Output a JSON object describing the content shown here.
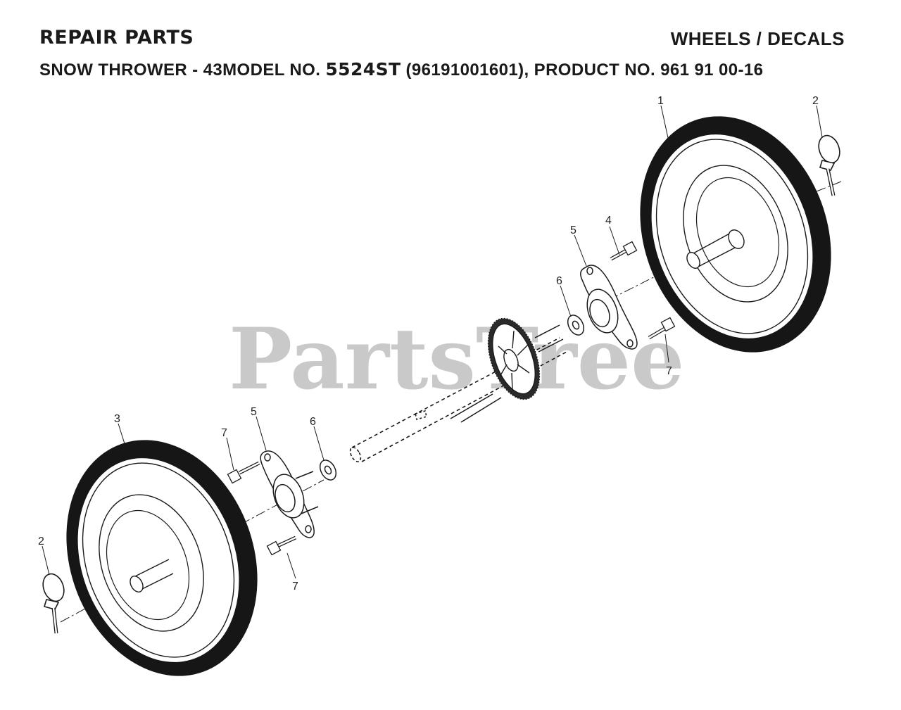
{
  "header": {
    "section_title": "REPAIR PARTS",
    "category": "WHEELS / DECALS",
    "model_prefix": "SNOW THROWER - 43MODEL NO.",
    "model_number": "5524ST",
    "model_suffix": "(96191001601), PRODUCT NO. 961 91 00-16"
  },
  "watermark": "PartsTree",
  "callouts": {
    "wheel_right": "1",
    "pin_right": "2",
    "wheel_left": "3",
    "bolt_top": "4",
    "bracket_right": "5",
    "washer_right": "6",
    "bolt_right_lower": "7",
    "bracket_left": "5",
    "washer_left": "6",
    "bolt_left_upper": "7",
    "bolt_left_lower": "7",
    "pin_left": "2"
  },
  "colors": {
    "line": "#1a1a1a",
    "tire": "#161616",
    "watermark": "#c9c9c9"
  }
}
